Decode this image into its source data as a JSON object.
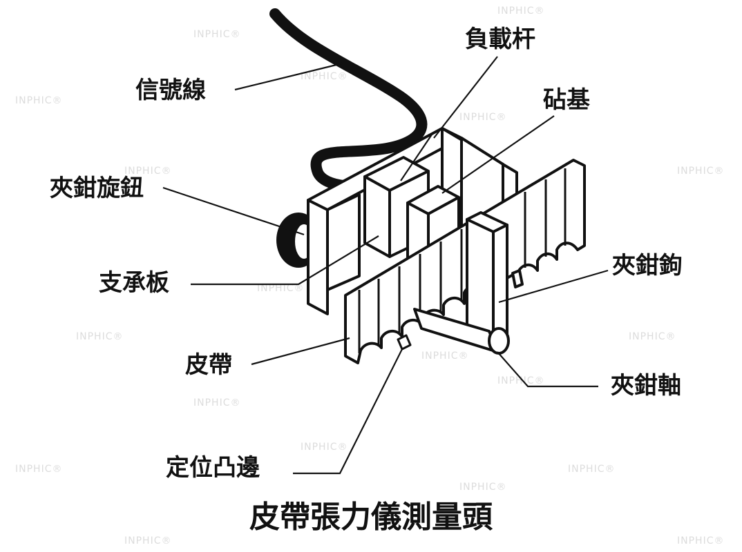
{
  "title": "皮帶張力儀測量頭",
  "labels": {
    "signal_wire": "信號線",
    "load_bar": "負載杆",
    "anvil_base": "砧基",
    "clamp_knob": "夾鉗旋鈕",
    "support_plate": "支承板",
    "clamp_hook": "夾鉗鉤",
    "belt": "皮帶",
    "clamp_shaft": "夾鉗軸",
    "locating_edge": "定位凸邊"
  },
  "watermark": "INPHIC®",
  "colors": {
    "ink": "#111111",
    "watermark": "#dcdcdc",
    "background": "#ffffff"
  }
}
